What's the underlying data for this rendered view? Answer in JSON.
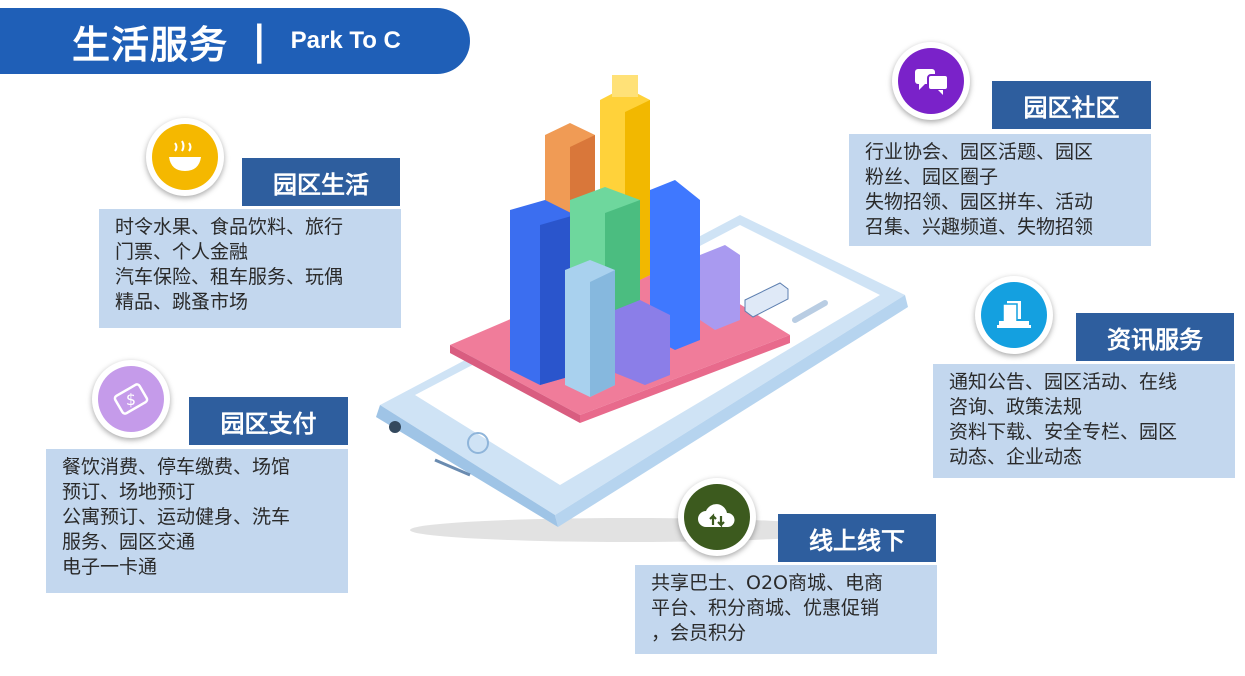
{
  "header": {
    "title": "生活服务",
    "separator": "|",
    "subtitle": "Park To C"
  },
  "sections": {
    "life": {
      "title": "园区生活",
      "icon": "noodle-bowl-icon",
      "color": "#f5b800",
      "lines": [
        "时令水果、食品饮料、旅行",
        "门票、个人金融",
        "汽车保险、租车服务、玩偶",
        "精品、跳蚤市场"
      ]
    },
    "payment": {
      "title": "园区支付",
      "icon": "money-bill-icon",
      "color": "#c59bea",
      "lines": [
        "餐饮消费、停车缴费、场馆",
        "预订、场地预订",
        "公寓预订、运动健身、洗车",
        "服务、园区交通",
        "电子一卡通"
      ]
    },
    "community": {
      "title": "园区社区",
      "icon": "chat-bubbles-icon",
      "color": "#7a22c9",
      "lines": [
        "行业协会、园区活题、园区",
        "粉丝、园区圈子",
        "失物招领、园区拼车、活动",
        "召集、兴趣频道、失物招领"
      ]
    },
    "news": {
      "title": "资讯服务",
      "icon": "laptop-documents-icon",
      "color": "#14a0e0",
      "lines": [
        "通知公告、园区活动、在线",
        "咨询、政策法规",
        "资料下载、安全专栏、园区",
        "动态、企业动态"
      ]
    },
    "o2o": {
      "title": "线上线下",
      "icon": "cloud-sync-icon",
      "color": "#3c5a1e",
      "lines": [
        "共享巴士、O2O商城、电商",
        "平台、积分商城、优惠促销",
        "，会员积分"
      ]
    }
  }
}
